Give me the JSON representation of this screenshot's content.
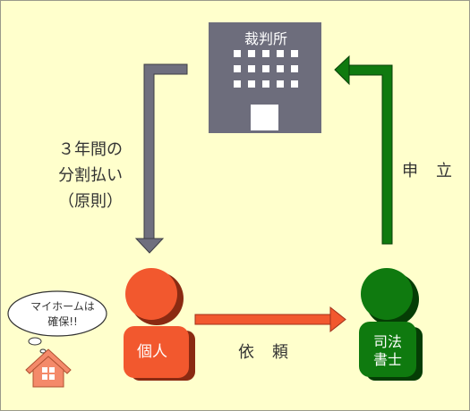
{
  "diagram": {
    "court": {
      "label": "裁判所"
    },
    "left_arrow": {
      "line1": "３年間の",
      "line2": "分割払い",
      "line3": "（原則）"
    },
    "right_arrow": {
      "label": "申立"
    },
    "bottom_arrow": {
      "label": "依頼"
    },
    "individual": {
      "label": "個人"
    },
    "scrivener": {
      "line1": "司法",
      "line2": "書士"
    },
    "speech_bubble": {
      "line1": "マイホームは",
      "line2": "確保!!"
    }
  },
  "colors": {
    "background": "#ffffcc",
    "building": "#6d6d7c",
    "gray_arrow": "#6f6f7e",
    "green": "#0f7a0f",
    "orange": "#f2582e",
    "house": "#f48a6a"
  }
}
